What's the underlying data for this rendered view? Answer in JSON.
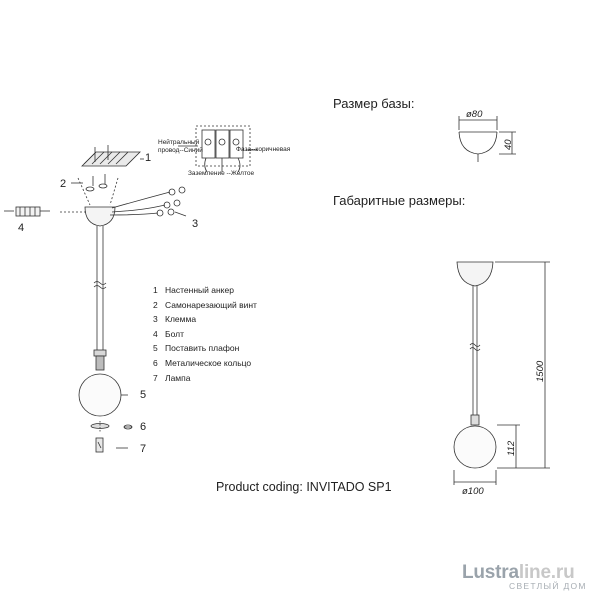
{
  "headers": {
    "base_size": "Размер базы:",
    "overall_size": "Габаритные размеры:"
  },
  "product_coding": "Product coding: INVITADO SP1",
  "callouts": [
    "1",
    "2",
    "3",
    "4",
    "5",
    "6",
    "7"
  ],
  "legend": [
    {
      "num": "1",
      "label": "Настенный анкер"
    },
    {
      "num": "2",
      "label": "Самонарезающий винт"
    },
    {
      "num": "3",
      "label": "Клемма"
    },
    {
      "num": "4",
      "label": "Болт"
    },
    {
      "num": "5",
      "label": "Поставить плафон"
    },
    {
      "num": "6",
      "label": "Металическое кольцо"
    },
    {
      "num": "7",
      "label": "Лампа"
    }
  ],
  "wiring": {
    "neutral_line1": "Нейтральный",
    "neutral_line2": "провод--Синий",
    "phase": "Фаза--коричневая",
    "ground": "Заземление --Желтое"
  },
  "dimensions": {
    "base_diameter": "ø80",
    "base_height": "40",
    "total_height": "1500",
    "shade_height": "112",
    "shade_diameter": "ø100"
  },
  "watermark": {
    "main": "Lustra",
    "accent": "line.ru",
    "sub": "СВЕТЛЫЙ ДОМ"
  }
}
